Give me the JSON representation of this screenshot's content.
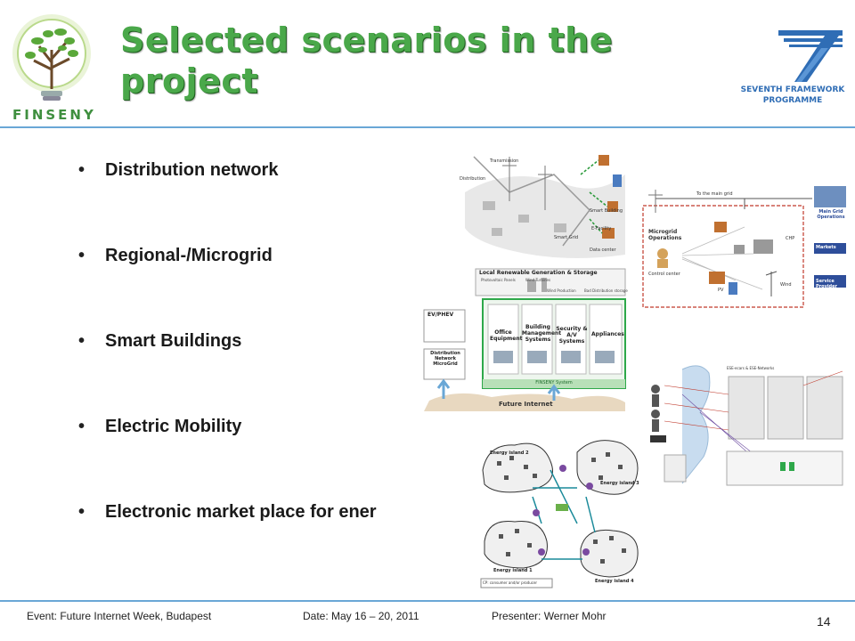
{
  "slide": {
    "title": "Selected scenarios in the project",
    "bullets": [
      "Distribution network",
      "Regional-/Microgrid",
      "Smart Buildings",
      "Electric Mobility",
      "Electronic market place for ener"
    ],
    "page_number": "14"
  },
  "logos": {
    "finseny": "FINSENY",
    "fp7_line1": "SEVENTH FRAMEWORK",
    "fp7_line2": "PROGRAMME",
    "fp7_numeral": "7"
  },
  "diagrams": {
    "distribution": {
      "labels": [
        "Transmission",
        "Distribution",
        "Smart Building",
        "E-Facility",
        "Smart Grid",
        "Data center"
      ]
    },
    "microgrid": {
      "labels": [
        "To the main grid",
        "Microgrid Operations",
        "Main Grid Operations",
        "Markets",
        "Service Provider",
        "Control center",
        "CHP",
        "Wind",
        "PV"
      ]
    },
    "building": {
      "header": "Local Renewable Generation & Storage",
      "subs": [
        "Photovoltaic Panels",
        "Wind Turbines",
        "Wind Production",
        "Bad Distribution storage"
      ],
      "ev": "EV/PHEV",
      "dist": "Distribution Network MicroGrid",
      "systems": [
        "Office Equipment",
        "Building Management Systems",
        "Security & A/V Systems",
        "Appliances"
      ],
      "system_bar": "FINSENY System",
      "cloud": "Future Internet"
    },
    "emobility": {
      "header": "ESE-ecars & ESE-Networks"
    },
    "market": {
      "islands": [
        "Energy island 1",
        "Energy island 2",
        "Energy island 3",
        "Energy island 4"
      ],
      "legend": "CP: consumer and/or producer"
    }
  },
  "footer": {
    "event": "Event: Future Internet Week, Budapest",
    "date": "Date: May 16 – 20, 2011",
    "presenter": "Presenter: Werner Mohr"
  },
  "colors": {
    "title_green": "#4aa84a",
    "rule_blue": "#6aa7d6",
    "fp7_blue": "#2f6db5",
    "finseny_green": "#3f8f3f"
  }
}
